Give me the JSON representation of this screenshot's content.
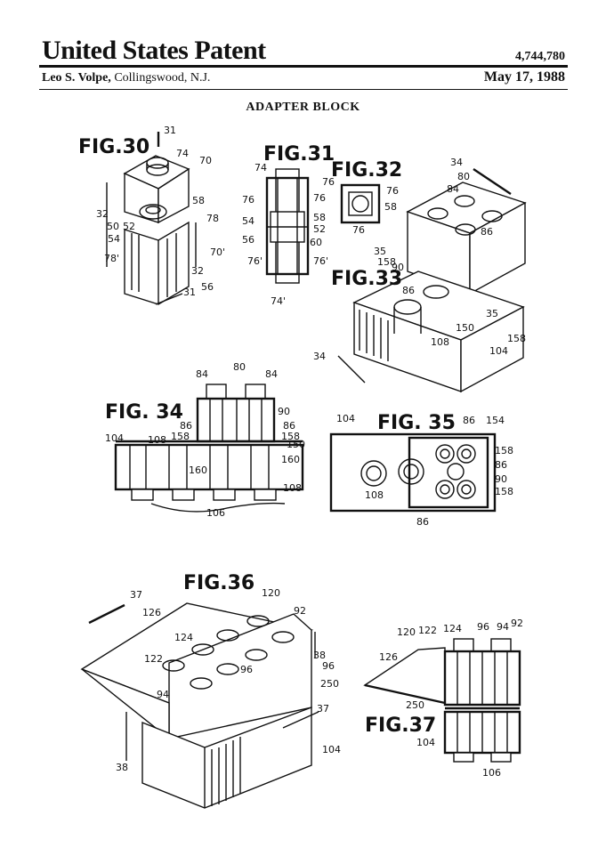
{
  "header": {
    "office": "United States Patent",
    "patent_number": "4,744,780",
    "inventor_name": "Leo S. Volpe,",
    "inventor_location": "Collingswood, N.J.",
    "date": "May 17, 1988"
  },
  "document_title": "ADAPTER BLOCK",
  "figures": {
    "fig30": {
      "label": "FIG.30",
      "refs": [
        "31",
        "74",
        "70",
        "58",
        "32",
        "50",
        "52",
        "54",
        "78",
        "78'",
        "70'",
        "32",
        "56",
        "31"
      ]
    },
    "fig31": {
      "label": "FIG.31",
      "refs": [
        "74",
        "76",
        "76",
        "54",
        "58",
        "52",
        "56",
        "60",
        "76'",
        "76'",
        "74'"
      ]
    },
    "fig32": {
      "label": "FIG.32",
      "refs": [
        "76",
        "76",
        "58",
        "76"
      ]
    },
    "fig33": {
      "label": "FIG.33",
      "refs": [
        "34",
        "80",
        "84",
        "86",
        "35",
        "158",
        "90",
        "86",
        "108",
        "150",
        "35",
        "158",
        "104",
        "34"
      ]
    },
    "fig34": {
      "label": "FIG. 34",
      "refs": [
        "84",
        "80",
        "84",
        "90",
        "86",
        "86",
        "158",
        "158",
        "104",
        "108",
        "150",
        "160",
        "160",
        "108",
        "106"
      ]
    },
    "fig35": {
      "label": "FIG. 35",
      "refs": [
        "104",
        "86",
        "154",
        "158",
        "86",
        "90",
        "108",
        "158",
        "86"
      ]
    },
    "fig36": {
      "label": "FIG.36",
      "refs": [
        "37",
        "120",
        "92",
        "126",
        "124",
        "122",
        "38",
        "96",
        "96",
        "94",
        "250",
        "37",
        "38",
        "104"
      ]
    },
    "fig37": {
      "label": "FIG.37",
      "refs": [
        "120",
        "122",
        "124",
        "96",
        "94",
        "92",
        "126",
        "250",
        "104",
        "106"
      ]
    }
  }
}
